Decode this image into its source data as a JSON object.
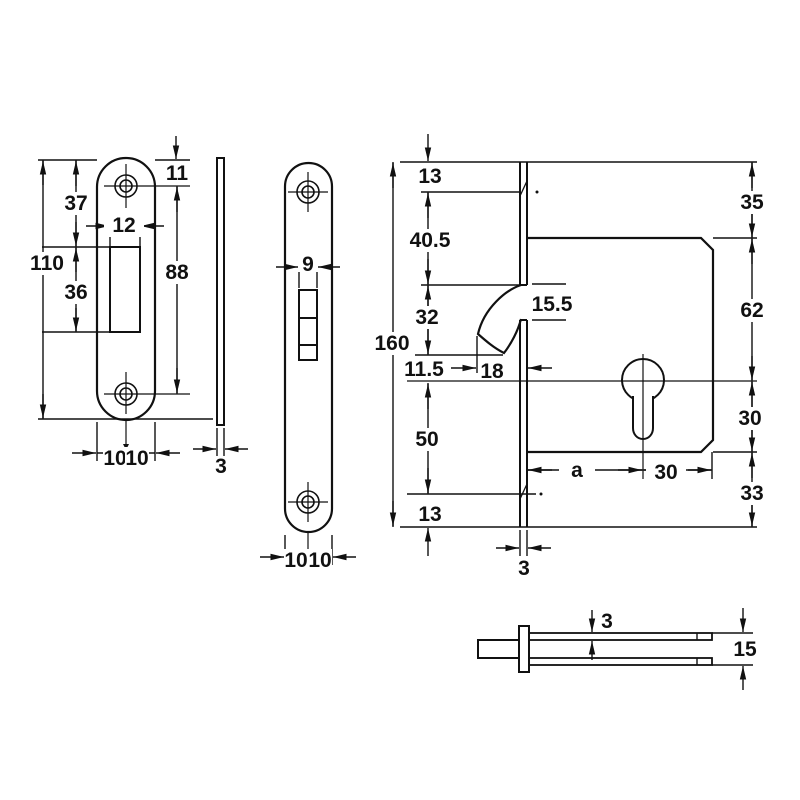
{
  "drawing": {
    "strike_plate_front": {
      "height": "110",
      "hole_offset": "11",
      "slot_top": "37",
      "slot_height": "36",
      "slot_width": "12",
      "hole_spacing": "88",
      "width_left": "10",
      "width_right": "10"
    },
    "strike_plate_side": {
      "thickness": "3"
    },
    "faceplate_front": {
      "slot_width": "9",
      "width_left": "10",
      "width_right": "10"
    },
    "lock_body": {
      "total_height": "160",
      "top_to_hole": "13",
      "seg_40_5": "40.5",
      "seg_32": "32",
      "seg_11_5": "11.5",
      "hook_protrusion": "18",
      "hook_slot": "15.5",
      "seg_50": "50",
      "bottom_seg": "13",
      "right_35": "35",
      "right_62": "62",
      "right_30": "30",
      "right_33": "33",
      "backset": "a",
      "cyl_to_edge": "30",
      "faceplate_thickness": "3"
    },
    "side_view": {
      "plate_thickness": "3",
      "case_thickness": "15"
    }
  }
}
